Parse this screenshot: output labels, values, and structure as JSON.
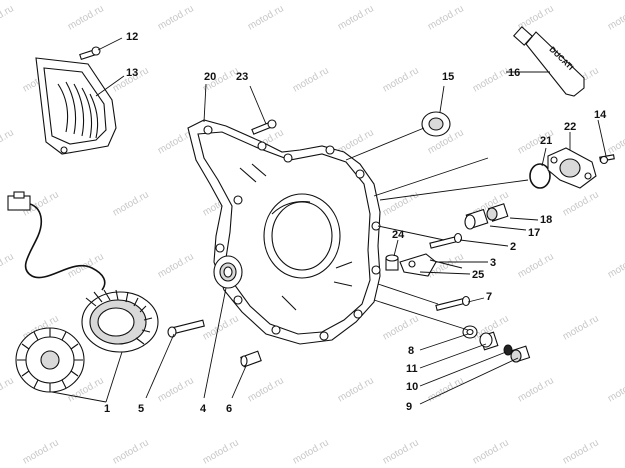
{
  "watermark": "motod.ru",
  "tube_brand": "DUCATI",
  "callouts": [
    {
      "id": "12",
      "label": "12"
    },
    {
      "id": "13",
      "label": "13"
    },
    {
      "id": "20",
      "label": "20"
    },
    {
      "id": "23",
      "label": "23"
    },
    {
      "id": "15",
      "label": "15"
    },
    {
      "id": "16",
      "label": "16"
    },
    {
      "id": "14",
      "label": "14"
    },
    {
      "id": "21",
      "label": "21"
    },
    {
      "id": "22",
      "label": "22"
    },
    {
      "id": "18",
      "label": "18"
    },
    {
      "id": "17",
      "label": "17"
    },
    {
      "id": "2",
      "label": "2"
    },
    {
      "id": "24",
      "label": "24"
    },
    {
      "id": "3",
      "label": "3"
    },
    {
      "id": "25",
      "label": "25"
    },
    {
      "id": "7",
      "label": "7"
    },
    {
      "id": "8",
      "label": "8"
    },
    {
      "id": "11",
      "label": "11"
    },
    {
      "id": "10",
      "label": "10"
    },
    {
      "id": "9",
      "label": "9"
    },
    {
      "id": "1",
      "label": "1"
    },
    {
      "id": "5",
      "label": "5"
    },
    {
      "id": "4",
      "label": "4"
    },
    {
      "id": "6",
      "label": "6"
    }
  ]
}
